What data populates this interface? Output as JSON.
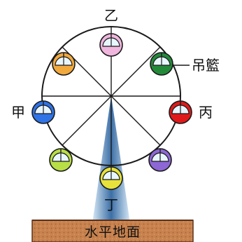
{
  "labels": {
    "top": "乙",
    "left": "甲",
    "right": "丙",
    "bottom": "丁",
    "cabin_callout": "吊籃",
    "ground": "水平地面"
  },
  "colors": {
    "outline": "#1a1a1a",
    "support_dark": "#3c6fa6",
    "support_light": "#d6e8f6",
    "ground_fill": "#c8824e",
    "ground_texture": "#a3613a",
    "cabin_window": "#e8f6ff",
    "cabins": {
      "top": "#f0b6dd",
      "upper_right": "#238a3a",
      "right": "#e01a1a",
      "lower_right": "#8d67d6",
      "bottom": "#e6e23b",
      "lower_left": "#b8df45",
      "left": "#2f73e6",
      "upper_left": "#f2a93e"
    }
  }
}
